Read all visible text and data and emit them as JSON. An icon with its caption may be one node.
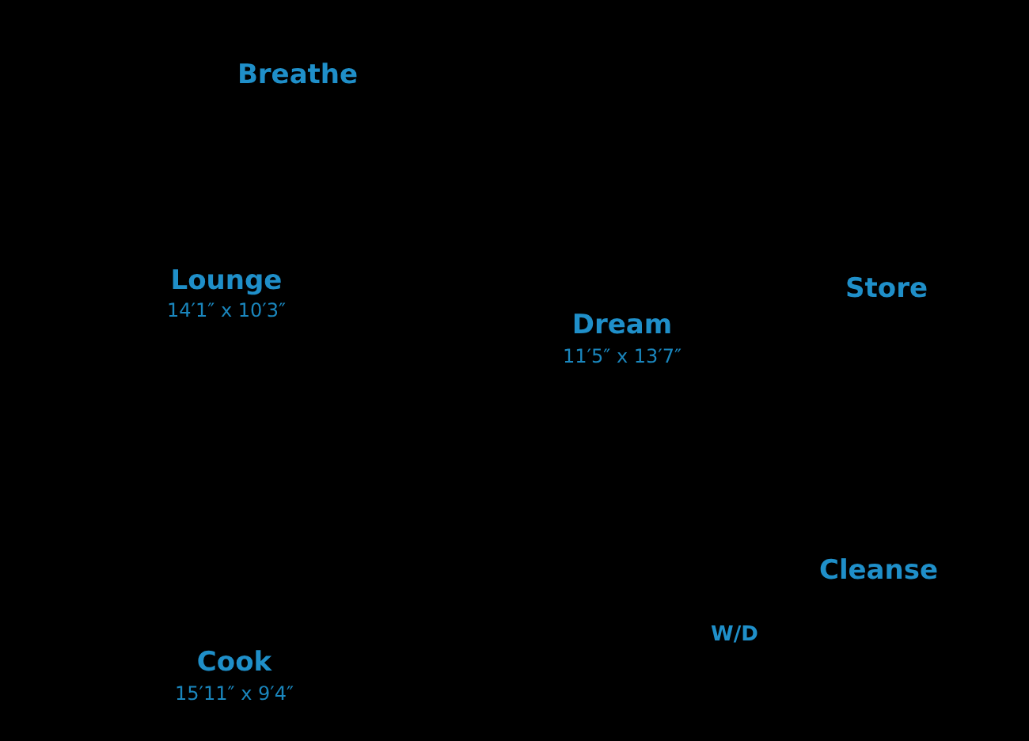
{
  "diagram": {
    "labels": [
      "Breathe",
      "Lounge",
      "14′1″ x 10′3″",
      "Store",
      "Dream",
      "11′5″ x 13′7″",
      "Cleanse",
      "W/D",
      "Cook",
      "15′11″ x 9′4″"
    ]
  }
}
